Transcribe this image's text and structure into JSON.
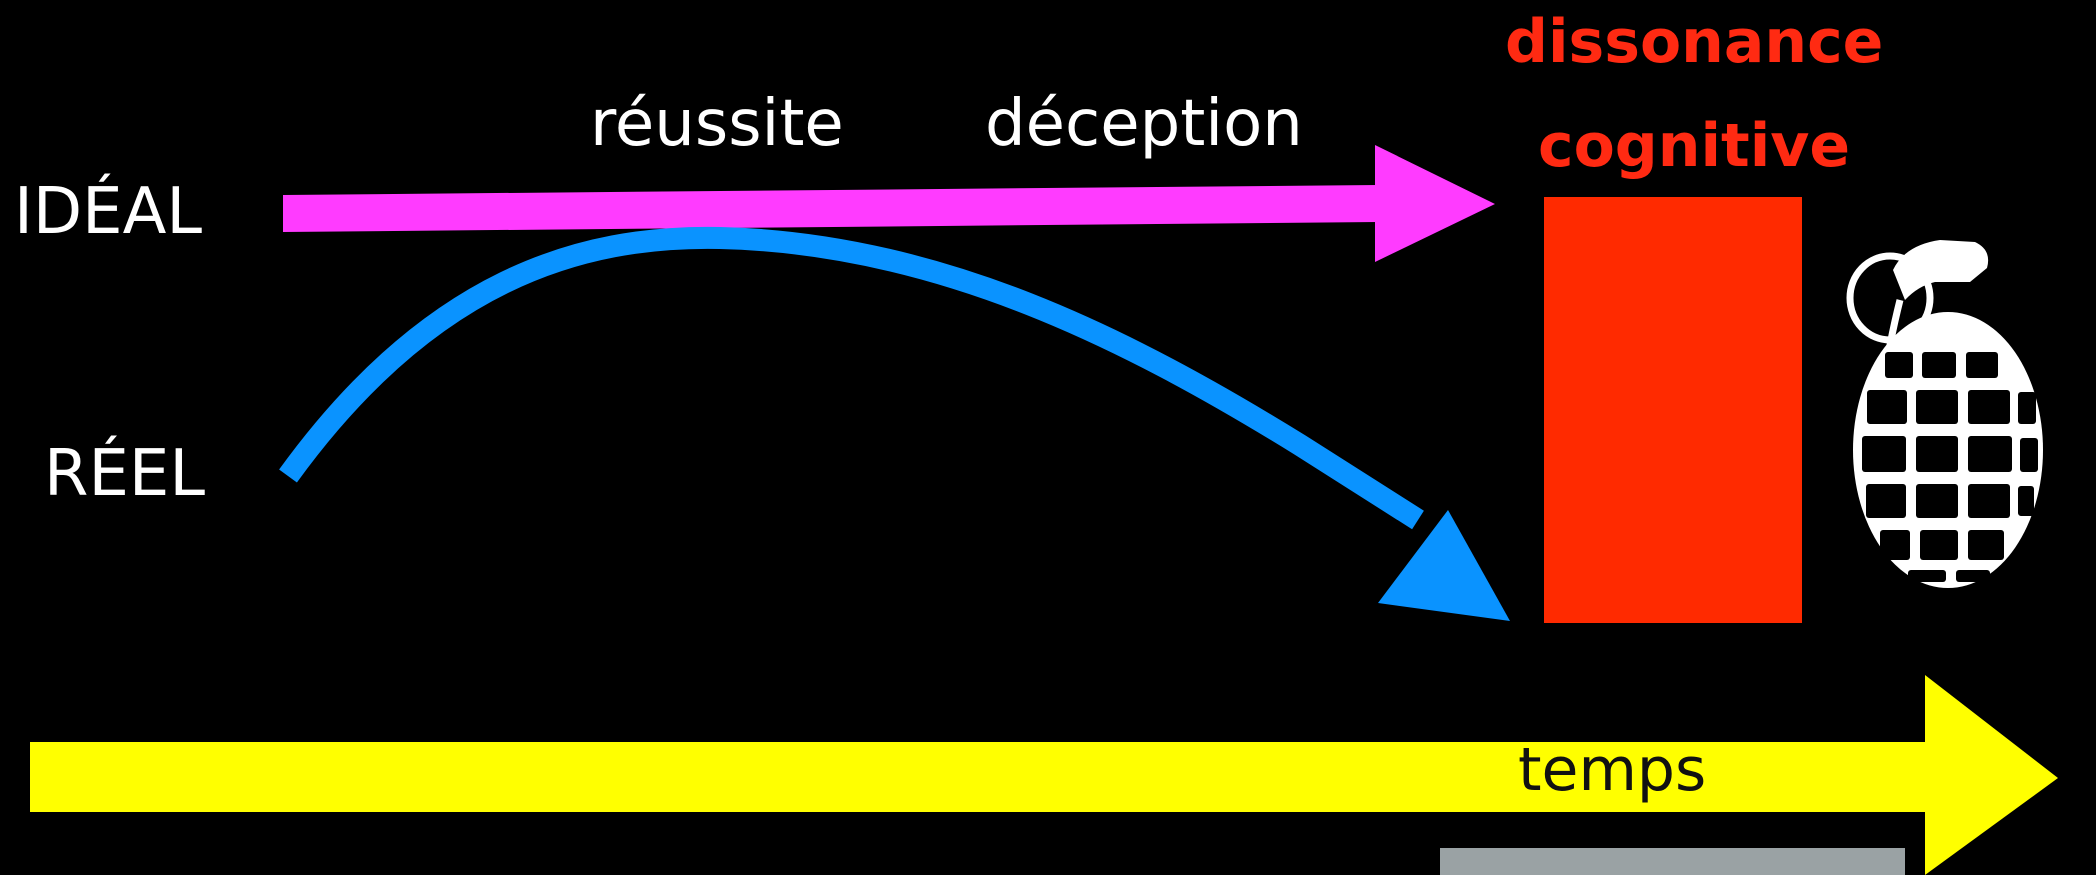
{
  "labels": {
    "ideal": "IDÉAL",
    "reel": "RÉEL",
    "reussite": "réussite",
    "deception": "déception",
    "dissonance_line1": "dissonance",
    "dissonance_line2": "cognitive",
    "temps": "temps"
  },
  "colors": {
    "background": "#000000",
    "ideal_arrow": "#ff3bff",
    "real_curve": "#0a93ff",
    "dissonance_block": "#ff2a00",
    "time_arrow": "#ffff00",
    "text": "#ffffff",
    "dissonance_text": "#ff2a12",
    "grenade": "#ffffff"
  },
  "icons": {
    "grenade": "grenade-icon"
  }
}
